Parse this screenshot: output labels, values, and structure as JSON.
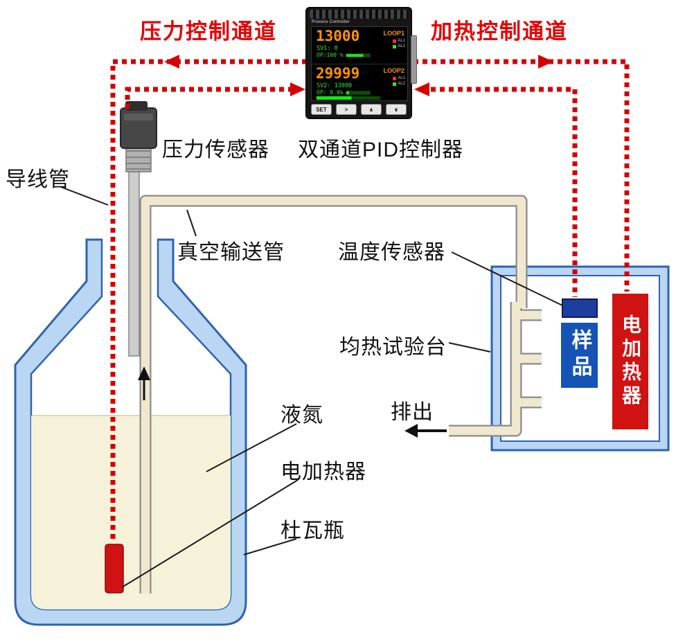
{
  "channels": {
    "pressure": "压力控制通道",
    "heating": "加热控制通道"
  },
  "controller": {
    "brand": "Process Controller",
    "loop1": {
      "pv": "13000",
      "name": "LOOP1",
      "sv": "SV1: 0",
      "op": "OP:100 %",
      "al1": "AL1",
      "al2": "AL2"
    },
    "loop2": {
      "pv": "29999",
      "name": "LOOP2",
      "sv": "SV2: 13000",
      "op": "OP: 0.0%",
      "al1": "AL1",
      "al2": "AL2"
    },
    "buttons": [
      "SET",
      ">",
      "∧",
      "∨"
    ]
  },
  "labels": {
    "pid_controller": "双通道PID控制器",
    "pressure_sensor": "压力传感器",
    "conduit": "导线管",
    "vacuum_tube": "真空输送管",
    "temperature_sensor": "温度传感器",
    "soaking_platform": "均热试验台",
    "liquid_nitrogen": "液氮",
    "dewar_heater": "电加热器",
    "dewar_flask": "杜瓦瓶",
    "discharge": "排出"
  },
  "chamber": {
    "sample": "样品",
    "heater": "电加热器"
  },
  "colors": {
    "channel_text_red": "#e60000",
    "dotted_line_red": "#d40000",
    "flask_wall_blue": "#b9d6f2",
    "flask_border_blue": "#2f62ae",
    "liquid_cream": "#f6f2da",
    "tube_cream": "#efe8cf",
    "heater_red": "#d01212",
    "sample_blue": "#1553b5",
    "temp_sensor_navy": "#1c3f9e",
    "display_value_orange": "#ff9500",
    "display_text_green": "#2ee62e"
  }
}
